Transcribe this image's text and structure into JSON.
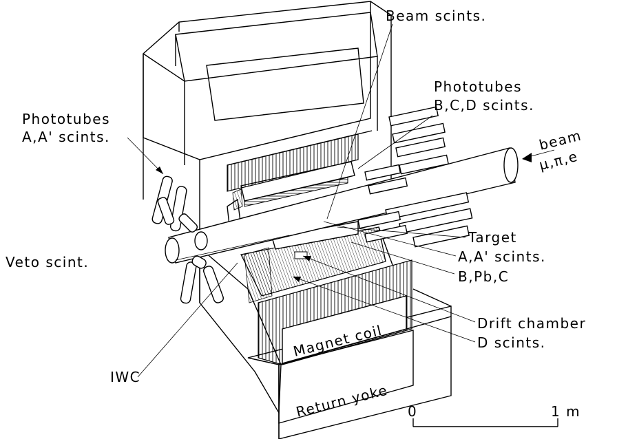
{
  "labels": {
    "beam_scints": "Beam scints.",
    "phototubes_bcd_line1": "Phototubes",
    "phototubes_bcd_line2": "B,C,D scints.",
    "phototubes_a_line1": "Phototubes",
    "phototubes_a_line2": "A,A' scints.",
    "beam": "beam",
    "beam_particles": "μ,π,e",
    "target": "Target",
    "a_scints": "A,A' scints.",
    "veto_scint": "Veto scint.",
    "b_pb_c": "B,Pb,C",
    "drift_chamber": "Drift chamber",
    "d_scints": "D scints.",
    "iwc": "IWC",
    "magnet_coil": "Magnet coil",
    "return_yoke": "Return yoke"
  },
  "scale_bar": {
    "start_label": "0",
    "end_label": "1 m"
  }
}
